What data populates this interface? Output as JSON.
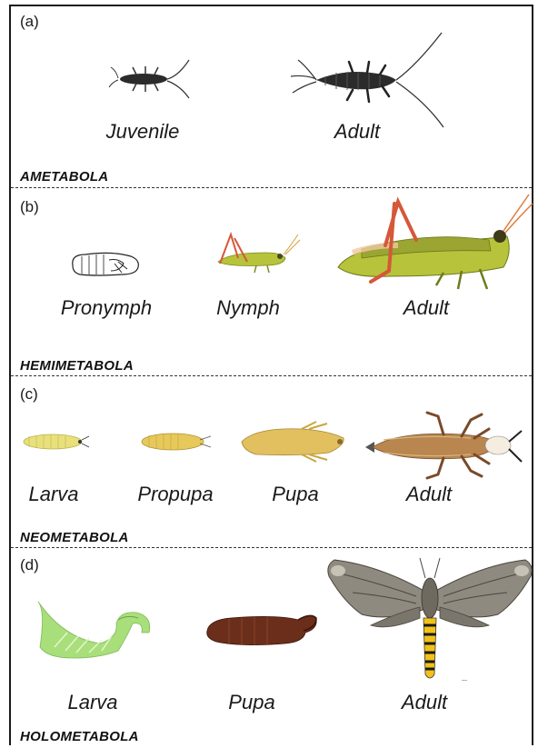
{
  "panels": [
    {
      "letter": "(a)",
      "group": "AMETABOLA",
      "stages": [
        "Juvenile",
        "Adult"
      ]
    },
    {
      "letter": "(b)",
      "group": "HEMIMETABOLA",
      "stages": [
        "Pronymph",
        "Nymph",
        "Adult"
      ]
    },
    {
      "letter": "(c)",
      "group": "NEOMETABOLA",
      "stages": [
        "Larva",
        "Propupa",
        "Pupa",
        "Adult"
      ]
    },
    {
      "letter": "(d)",
      "group": "HOLOMETABOLA",
      "stages": [
        "Larva",
        "Pupa",
        "Adult"
      ]
    }
  ],
  "colors": {
    "silverfish": "#2b2b2b",
    "grasshopper": "#b7c33a",
    "grasshopper_legs": "#d6573a",
    "thrips_light": "#e8e07a",
    "thrips_adult": "#b8864e",
    "caterpillar": "#a8df7a",
    "pupa_brown": "#6b2e1a",
    "moth_gray": "#8e8a80",
    "moth_yellow": "#f2c21a"
  }
}
